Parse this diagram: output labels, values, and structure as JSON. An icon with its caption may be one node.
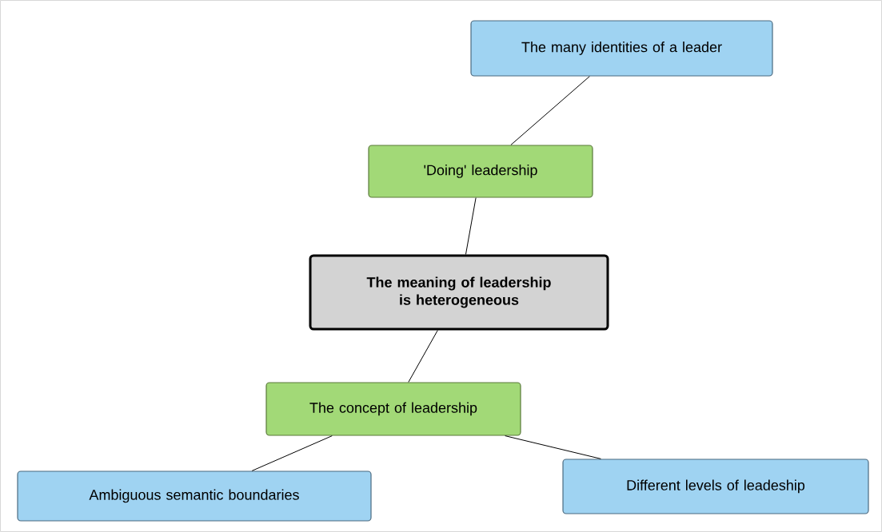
{
  "diagram": {
    "nodes": [
      {
        "text": [
          "The meaning of leadership is heterogeneous"
        ]
      },
      {
        "text": [
          "'Doing' leadership"
        ]
      },
      {
        "text": [
          "The many identities of a leader"
        ]
      },
      {
        "text": [
          "The concept of leadership"
        ]
      },
      {
        "text": [
          "Ambiguous semantic boundaries"
        ]
      },
      {
        "text": [
          "Different levels of leadeship"
        ]
      }
    ],
    "edges": [
      {
        "from": 0,
        "to": 1,
        "arrow": "none"
      },
      {
        "from": 1,
        "to": 2,
        "arrow": "none"
      },
      {
        "from": 0,
        "to": 3,
        "arrow": "none"
      },
      {
        "from": 3,
        "to": 4,
        "arrow": "none"
      },
      {
        "from": 3,
        "to": 5,
        "arrow": "none"
      }
    ]
  }
}
